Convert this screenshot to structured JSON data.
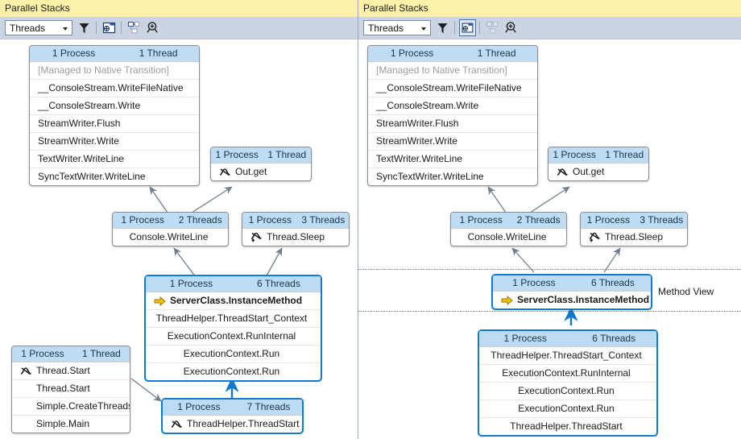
{
  "panels": [
    {
      "id": "left",
      "title": "Parallel Stacks",
      "toolbar": {
        "combo_value": "Threads",
        "combo_name": "view-mode-combo",
        "buttons": [
          {
            "name": "toggle-method-view-filter-icon",
            "label": "filter-icon",
            "pressed": false
          },
          {
            "name": "toggle-method-view-icon",
            "label": "method-view-icon",
            "pressed": false
          },
          {
            "name": "auto-scroll-to-current-stack-frame-icon",
            "label": "layout-icon",
            "pressed": false
          },
          {
            "name": "zoom-control-icon",
            "label": "magnifier-icon",
            "pressed": false
          }
        ]
      },
      "method_view_label": "",
      "boxes": [
        {
          "name": "stack-node-console-io",
          "header": {
            "process": "1 Process",
            "threads": "1 Thread"
          },
          "selected": false,
          "rows": [
            {
              "text": "[Managed to Native Transition]",
              "dim": true,
              "bold": false,
              "glyph": "",
              "align": "left"
            },
            {
              "text": "__ConsoleStream.WriteFileNative",
              "dim": false,
              "bold": false,
              "glyph": "",
              "align": "left"
            },
            {
              "text": "__ConsoleStream.Write",
              "dim": false,
              "bold": false,
              "glyph": "",
              "align": "left"
            },
            {
              "text": "StreamWriter.Flush",
              "dim": false,
              "bold": false,
              "glyph": "",
              "align": "left"
            },
            {
              "text": "StreamWriter.Write",
              "dim": false,
              "bold": false,
              "glyph": "",
              "align": "left"
            },
            {
              "text": "TextWriter.WriteLine",
              "dim": false,
              "bold": false,
              "glyph": "",
              "align": "left"
            },
            {
              "text": "SyncTextWriter.WriteLine",
              "dim": false,
              "bold": false,
              "glyph": "",
              "align": "left"
            }
          ]
        },
        {
          "name": "stack-node-out-get",
          "header": {
            "process": "1 Process",
            "threads": "1 Thread"
          },
          "selected": false,
          "rows": [
            {
              "text": "Out.get",
              "dim": false,
              "bold": false,
              "glyph": "threads-icon",
              "align": "left"
            }
          ]
        },
        {
          "name": "stack-node-console-writeline",
          "header": {
            "process": "1 Process",
            "threads": "2 Threads"
          },
          "selected": false,
          "rows": [
            {
              "text": "Console.WriteLine",
              "dim": false,
              "bold": false,
              "glyph": "",
              "align": "center"
            }
          ]
        },
        {
          "name": "stack-node-thread-sleep",
          "header": {
            "process": "1 Process",
            "threads": "3 Threads"
          },
          "selected": false,
          "rows": [
            {
              "text": "Thread.Sleep",
              "dim": false,
              "bold": false,
              "glyph": "threads-plus-icon",
              "align": "left"
            }
          ]
        },
        {
          "name": "stack-node-serverclass-instancemethod",
          "header": {
            "process": "1 Process",
            "threads": "6 Threads"
          },
          "selected": true,
          "rows": [
            {
              "text": "ServerClass.InstanceMethod",
              "dim": false,
              "bold": true,
              "glyph": "current-frame-arrow-icon",
              "align": "left"
            },
            {
              "text": "ThreadHelper.ThreadStart_Context",
              "dim": false,
              "bold": false,
              "glyph": "",
              "align": "left"
            },
            {
              "text": "ExecutionContext.RunInternal",
              "dim": false,
              "bold": false,
              "glyph": "",
              "align": "left"
            },
            {
              "text": "ExecutionContext.Run",
              "dim": false,
              "bold": false,
              "glyph": "",
              "align": "left"
            },
            {
              "text": "ExecutionContext.Run",
              "dim": false,
              "bold": false,
              "glyph": "",
              "align": "left"
            }
          ]
        },
        {
          "name": "stack-node-main-thread",
          "header": {
            "process": "1 Process",
            "threads": "1 Thread"
          },
          "selected": false,
          "rows": [
            {
              "text": "Thread.Start",
              "dim": false,
              "bold": false,
              "glyph": "threads-icon",
              "align": "left"
            },
            {
              "text": "Thread.Start",
              "dim": false,
              "bold": false,
              "glyph": "",
              "align": "left"
            },
            {
              "text": "Simple.CreateThreads",
              "dim": false,
              "bold": false,
              "glyph": "",
              "align": "left"
            },
            {
              "text": "Simple.Main",
              "dim": false,
              "bold": false,
              "glyph": "",
              "align": "left"
            }
          ]
        },
        {
          "name": "stack-node-threadhelper-threadstart",
          "header": {
            "process": "1 Process",
            "threads": "7 Threads"
          },
          "selected": true,
          "rows": [
            {
              "text": "ThreadHelper.ThreadStart",
              "dim": false,
              "bold": false,
              "glyph": "threads-icon",
              "align": "left"
            }
          ]
        }
      ]
    },
    {
      "id": "right",
      "title": "Parallel Stacks",
      "toolbar": {
        "combo_value": "Threads",
        "combo_name": "view-mode-combo",
        "buttons": [
          {
            "name": "toggle-method-view-filter-icon",
            "label": "filter-icon",
            "pressed": false
          },
          {
            "name": "toggle-method-view-icon",
            "label": "method-view-icon",
            "pressed": true
          },
          {
            "name": "auto-scroll-to-current-stack-frame-icon",
            "label": "layout-icon",
            "pressed": false
          },
          {
            "name": "zoom-control-icon",
            "label": "magnifier-icon",
            "pressed": false
          }
        ]
      },
      "method_view_label": "Method View",
      "boxes": [
        {
          "name": "stack-node-console-io",
          "header": {
            "process": "1 Process",
            "threads": "1 Thread"
          },
          "selected": false,
          "rows": [
            {
              "text": "[Managed to Native Transition]",
              "dim": true,
              "bold": false,
              "glyph": "",
              "align": "left"
            },
            {
              "text": "__ConsoleStream.WriteFileNative",
              "dim": false,
              "bold": false,
              "glyph": "",
              "align": "left"
            },
            {
              "text": "__ConsoleStream.Write",
              "dim": false,
              "bold": false,
              "glyph": "",
              "align": "left"
            },
            {
              "text": "StreamWriter.Flush",
              "dim": false,
              "bold": false,
              "glyph": "",
              "align": "left"
            },
            {
              "text": "StreamWriter.Write",
              "dim": false,
              "bold": false,
              "glyph": "",
              "align": "left"
            },
            {
              "text": "TextWriter.WriteLine",
              "dim": false,
              "bold": false,
              "glyph": "",
              "align": "left"
            },
            {
              "text": "SyncTextWriter.WriteLine",
              "dim": false,
              "bold": false,
              "glyph": "",
              "align": "left"
            }
          ]
        },
        {
          "name": "stack-node-out-get",
          "header": {
            "process": "1 Process",
            "threads": "1 Thread"
          },
          "selected": false,
          "rows": [
            {
              "text": "Out.get",
              "dim": false,
              "bold": false,
              "glyph": "threads-icon",
              "align": "left"
            }
          ]
        },
        {
          "name": "stack-node-console-writeline",
          "header": {
            "process": "1 Process",
            "threads": "2 Threads"
          },
          "selected": false,
          "rows": [
            {
              "text": "Console.WriteLine",
              "dim": false,
              "bold": false,
              "glyph": "",
              "align": "center"
            }
          ]
        },
        {
          "name": "stack-node-thread-sleep",
          "header": {
            "process": "1 Process",
            "threads": "3 Threads"
          },
          "selected": false,
          "rows": [
            {
              "text": "Thread.Sleep",
              "dim": false,
              "bold": false,
              "glyph": "threads-plus-icon",
              "align": "left"
            }
          ]
        },
        {
          "name": "stack-node-serverclass-instancemethod",
          "header": {
            "process": "1 Process",
            "threads": "6 Threads"
          },
          "selected": true,
          "rows": [
            {
              "text": "ServerClass.InstanceMethod",
              "dim": false,
              "bold": true,
              "glyph": "current-frame-arrow-icon",
              "align": "left"
            }
          ]
        },
        {
          "name": "stack-node-callers-of-instancemethod",
          "header": {
            "process": "1 Process",
            "threads": "6 Threads"
          },
          "selected": true,
          "rows": [
            {
              "text": "ThreadHelper.ThreadStart_Context",
              "dim": false,
              "bold": false,
              "glyph": "",
              "align": "left"
            },
            {
              "text": "ExecutionContext.RunInternal",
              "dim": false,
              "bold": false,
              "glyph": "",
              "align": "left"
            },
            {
              "text": "ExecutionContext.Run",
              "dim": false,
              "bold": false,
              "glyph": "",
              "align": "left"
            },
            {
              "text": "ExecutionContext.Run",
              "dim": false,
              "bold": false,
              "glyph": "",
              "align": "left"
            },
            {
              "text": "ThreadHelper.ThreadStart",
              "dim": false,
              "bold": false,
              "glyph": "",
              "align": "left"
            }
          ]
        }
      ]
    }
  ],
  "colors": {
    "title_bg": "#fdf0a8",
    "toolbar_bg": "#ccd3e2",
    "header_bg": "#bfdcf2",
    "selection_border": "#0e7ad4",
    "connector": "#6f7f8f",
    "current_frame_arrow": "#f0c000"
  }
}
